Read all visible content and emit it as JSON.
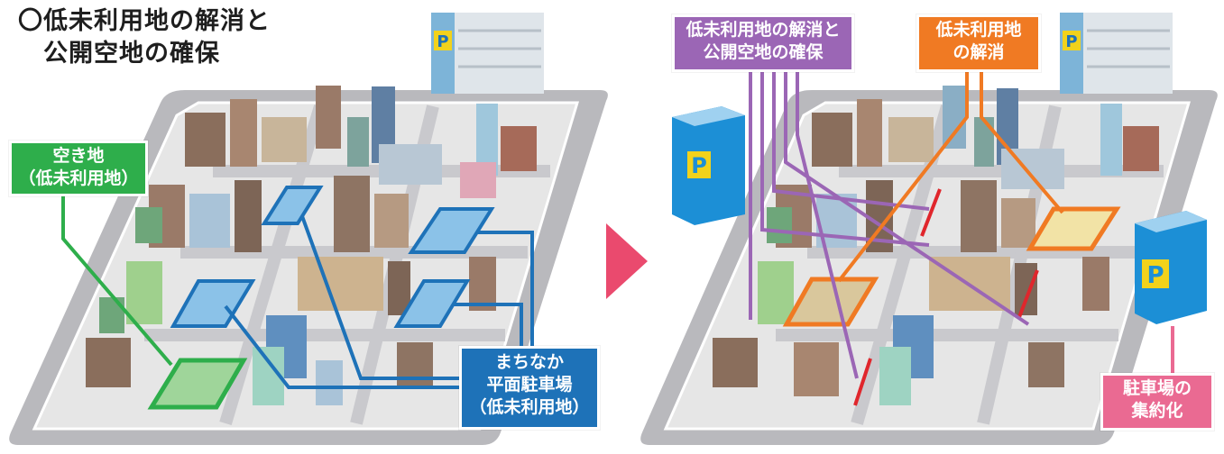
{
  "title": {
    "line1": "〇低未利用地の解消と",
    "line2": "公開空地の確保"
  },
  "callouts": {
    "vacant": {
      "line1": "空き地",
      "line2": "（低未利用地）"
    },
    "parking": {
      "line1": "まちなか",
      "line2": "平面駐車場",
      "line3": "（低未利用地）"
    },
    "resolve_open_space": {
      "line1": "低未利用地の解消と",
      "line2": "公開空地の確保"
    },
    "resolve": {
      "line1": "低未利用地",
      "line2": "の解消"
    },
    "consolidation": {
      "line1": "駐車場の",
      "line2": "集約化"
    }
  },
  "parking_signs": [
    "P",
    "P",
    "P",
    "P"
  ],
  "colors": {
    "green": "#2eae4b",
    "blue": "#1e72b8",
    "purple": "#9b66b5",
    "orange": "#f07a23",
    "pink": "#ea6a92",
    "arrow": "#ea4a6e",
    "road": "#b9b9bd",
    "parking_garage_blue": "#1c8fd6",
    "parking_sign_yellow": "#f2d21b"
  }
}
